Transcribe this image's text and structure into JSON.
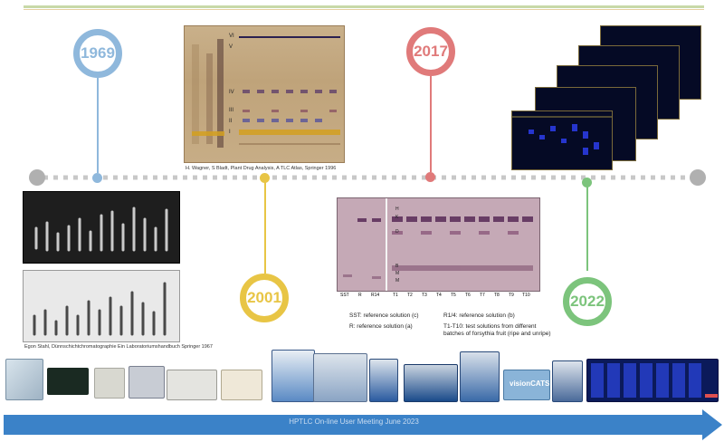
{
  "milestones": [
    {
      "year": "1969",
      "color": "#8fb8dc"
    },
    {
      "year": "2001",
      "color": "#e8c545"
    },
    {
      "year": "2017",
      "color": "#e07a7a"
    },
    {
      "year": "2022",
      "color": "#7cc47c"
    }
  ],
  "captions": {
    "wagner": "H. Wagner, S Bladt, Plant Drug Analysis, A TLC Atlas, Springer 1996",
    "stahl": "Egon Stahl, Dünnschichtchromatographie Ein Laboratoriumshandbuch  Springer 1967"
  },
  "plate_labels": {
    "zones": [
      "VI",
      "V",
      "IV",
      "III",
      "II",
      "I"
    ],
    "tracks": [
      "SST",
      "R",
      "R14",
      "T1",
      "T2",
      "T3",
      "T4",
      "T5",
      "T6",
      "T7",
      "T8",
      "T9",
      "T10"
    ],
    "zone_marks": [
      "H",
      "K",
      "D",
      "B",
      "M",
      "M"
    ]
  },
  "legend": {
    "sst": "SST: reference solution (c)",
    "r": "R: reference solution (a)",
    "r14": "R1/4: reference solution (b)",
    "t": "T1-T10: test solutions from different",
    "t2": "batches of forsythia fruit (ripe and unripe)"
  },
  "footer": "HPTLC On-line User Meeting June 2023",
  "instrument_logo": "visionCATS"
}
